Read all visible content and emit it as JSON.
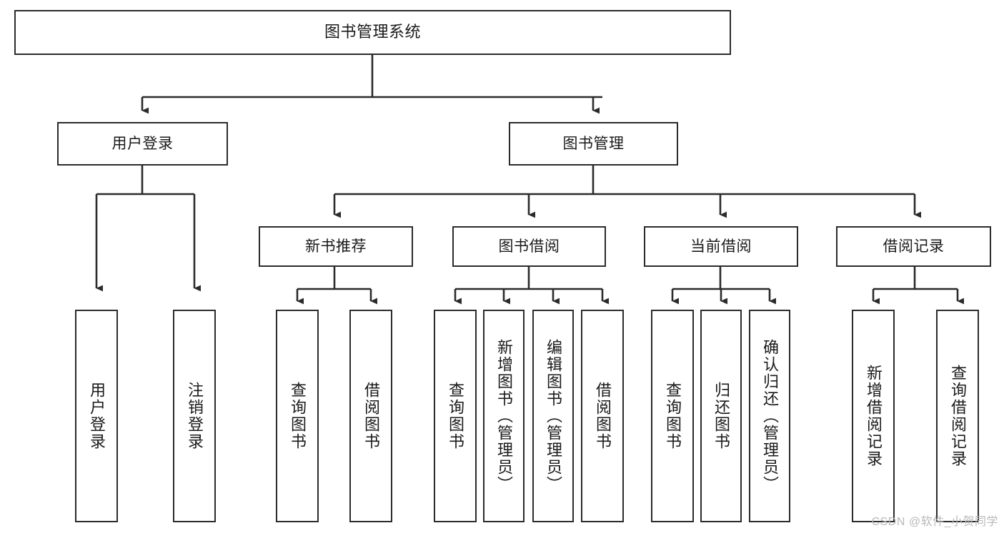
{
  "diagram": {
    "title": "图书管理系统",
    "type": "tree-hierarchy-chart",
    "watermark": "CSDN @软件_小贺同学",
    "colors": {
      "stroke": "#2b2b2b",
      "fill": "#ffffff",
      "text": "#1a1a1a",
      "watermark": "#b9b9b9"
    },
    "nodes": {
      "root": {
        "label": "图书管理系统"
      },
      "level2": [
        {
          "id": "user-login",
          "label": "用户登录"
        },
        {
          "id": "book-manage",
          "label": "图书管理"
        }
      ],
      "level3": [
        {
          "id": "new-book-recommend",
          "label": "新书推荐"
        },
        {
          "id": "book-borrow",
          "label": "图书借阅"
        },
        {
          "id": "current-borrow",
          "label": "当前借阅"
        },
        {
          "id": "borrow-record",
          "label": "借阅记录"
        }
      ],
      "leaves": {
        "user-login": [
          {
            "id": "leaf-user-login",
            "label": "用户登录"
          },
          {
            "id": "leaf-logout-login",
            "label": "注销登录"
          }
        ],
        "new-book-recommend": [
          {
            "id": "leaf-query-book-1",
            "label": "查询图书"
          },
          {
            "id": "leaf-borrow-book-1",
            "label": "借阅图书"
          }
        ],
        "book-borrow": [
          {
            "id": "leaf-query-book-2",
            "label": "查询图书"
          },
          {
            "id": "leaf-add-book",
            "label": "新增图书（管理员）"
          },
          {
            "id": "leaf-edit-book",
            "label": "编辑图书（管理员）"
          },
          {
            "id": "leaf-borrow-book-2",
            "label": "借阅图书"
          }
        ],
        "current-borrow": [
          {
            "id": "leaf-query-book-3",
            "label": "查询图书"
          },
          {
            "id": "leaf-return-book",
            "label": "归还图书"
          },
          {
            "id": "leaf-confirm-return",
            "label": "确认归还（管理员）"
          }
        ],
        "borrow-record": [
          {
            "id": "leaf-add-record",
            "label": "新增借阅记录"
          },
          {
            "id": "leaf-query-record",
            "label": "查询借阅记录"
          }
        ]
      }
    }
  }
}
